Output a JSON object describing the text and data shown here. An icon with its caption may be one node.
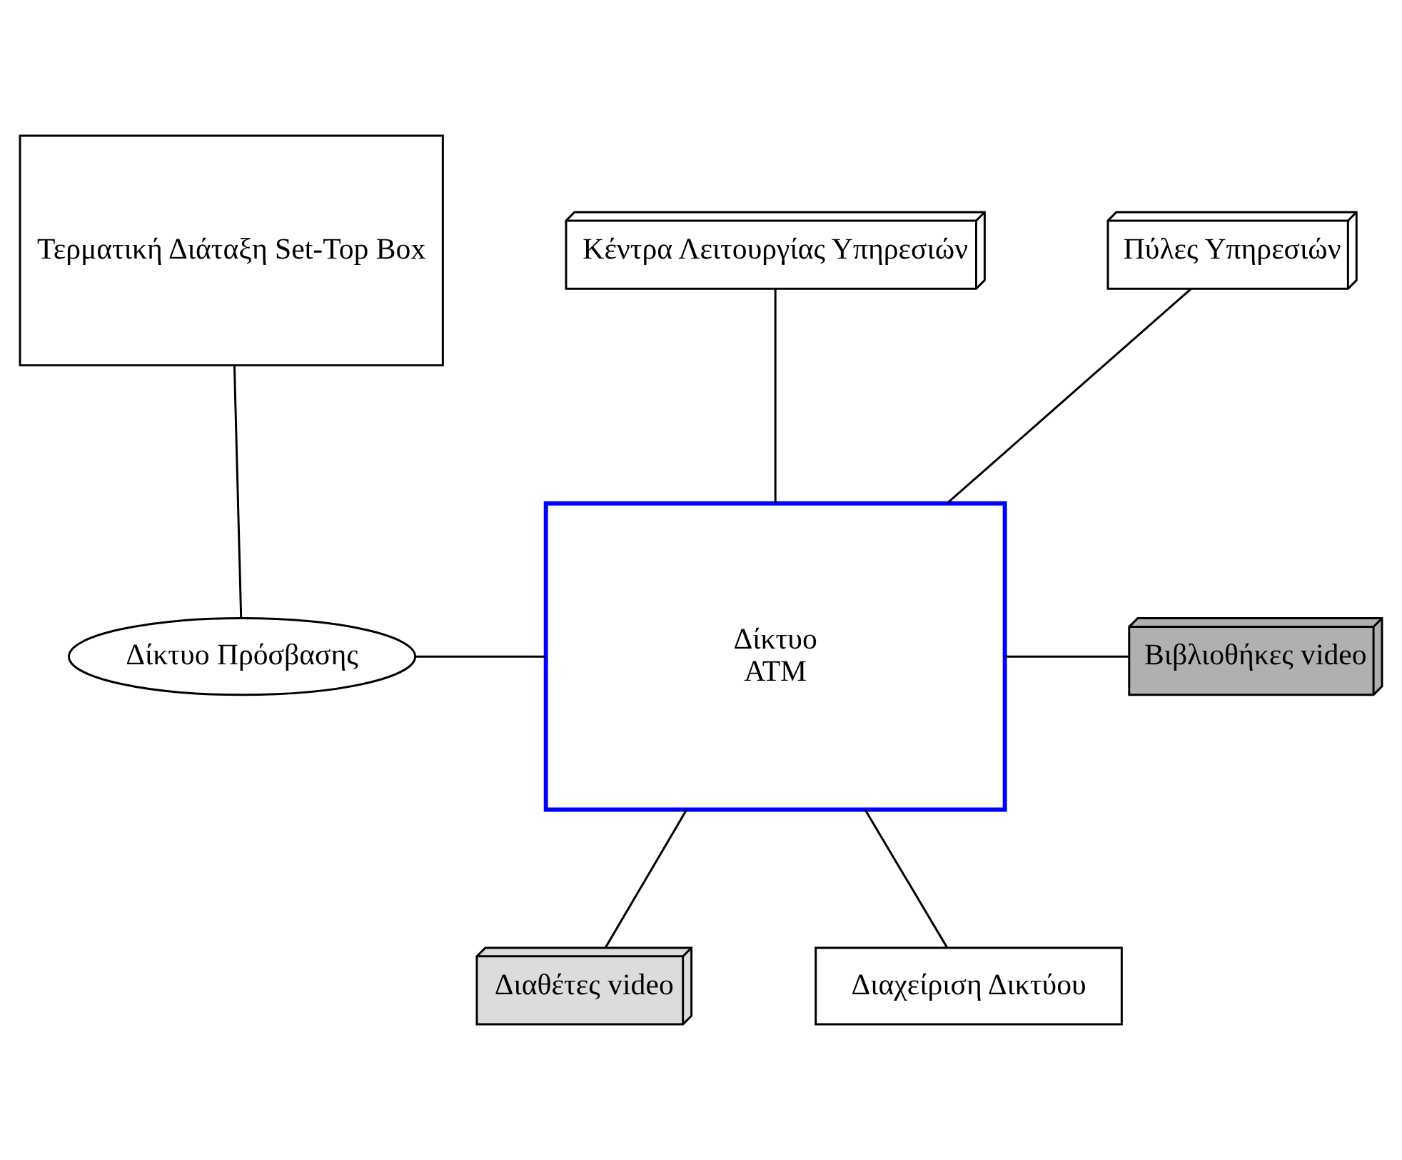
{
  "diagram": {
    "nodes": [
      {
        "text": [
          "Τερματική Διάταξη Set-Top Box"
        ]
      },
      {
        "text": [
          "Κέντρα Λειτουργίας Υπηρεσιών"
        ]
      },
      {
        "text": [
          "Πύλες Υπηρεσιών"
        ]
      },
      {
        "text": [
          "Βιβλιοθήκες video"
        ]
      },
      {
        "text": [
          "Δίκτυο Πρόσβασης"
        ]
      },
      {
        "text": [
          "Δίκτυο",
          "ATM"
        ]
      },
      {
        "text": [
          "Διαθέτες video"
        ]
      },
      {
        "text": [
          "Διαχείριση Δικτύου"
        ]
      }
    ],
    "edges": [
      {
        "from": 0,
        "to": 4,
        "arrow": "none"
      },
      {
        "from": 4,
        "to": 5,
        "arrow": "none"
      },
      {
        "from": 1,
        "to": 5,
        "arrow": "none"
      },
      {
        "from": 2,
        "to": 5,
        "arrow": "none"
      },
      {
        "from": 5,
        "to": 3,
        "arrow": "none"
      },
      {
        "from": 5,
        "to": 6,
        "arrow": "none"
      },
      {
        "from": 5,
        "to": 7,
        "arrow": "none"
      }
    ]
  }
}
